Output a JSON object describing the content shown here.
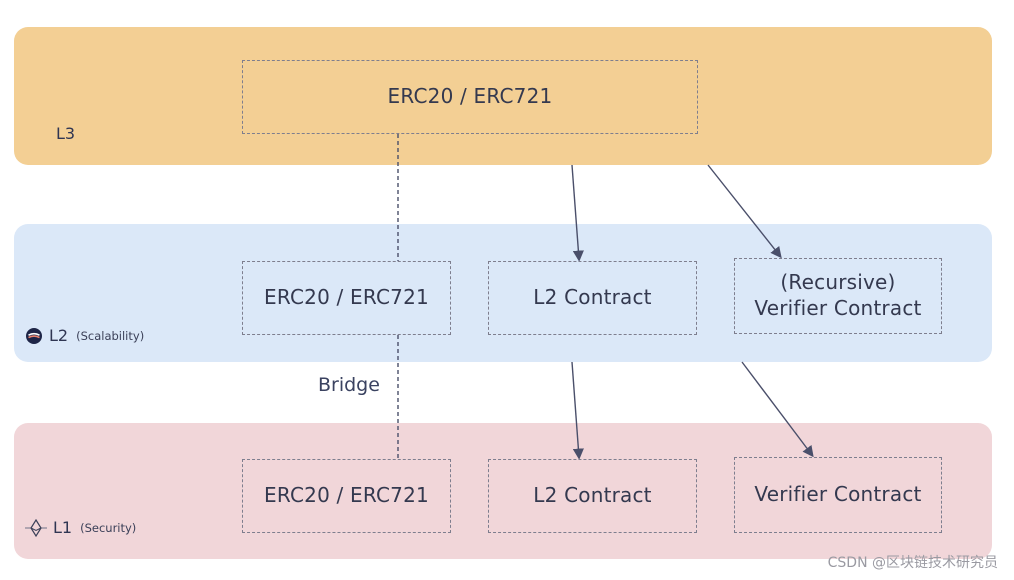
{
  "layers": {
    "l3": {
      "label": "L3",
      "sublabel": "",
      "boxes": {
        "erc": "ERC20 / ERC721"
      }
    },
    "l2": {
      "label": "L2",
      "sublabel": "(Scalability)",
      "boxes": {
        "erc": "ERC20 / ERC721",
        "contract": "L2 Contract",
        "verifier_line1": "(Recursive)",
        "verifier_line2": "Verifier Contract"
      }
    },
    "l1": {
      "label": "L1",
      "sublabel": "(Security)",
      "boxes": {
        "erc": "ERC20 / ERC721",
        "contract": "L2 Contract",
        "verifier": "Verifier Contract"
      }
    }
  },
  "bridge_label": "Bridge",
  "watermark": "CSDN @区块链技术研究员",
  "colors": {
    "l3_bg": "#f3cf94",
    "l2_bg": "#dbe8f8",
    "l1_bg": "#f1d6d9",
    "border": "#7e7e8e",
    "connector": "#4a4f6a"
  },
  "icons": {
    "l2": "network-logo-icon",
    "l1": "ethereum-diamond-icon"
  }
}
